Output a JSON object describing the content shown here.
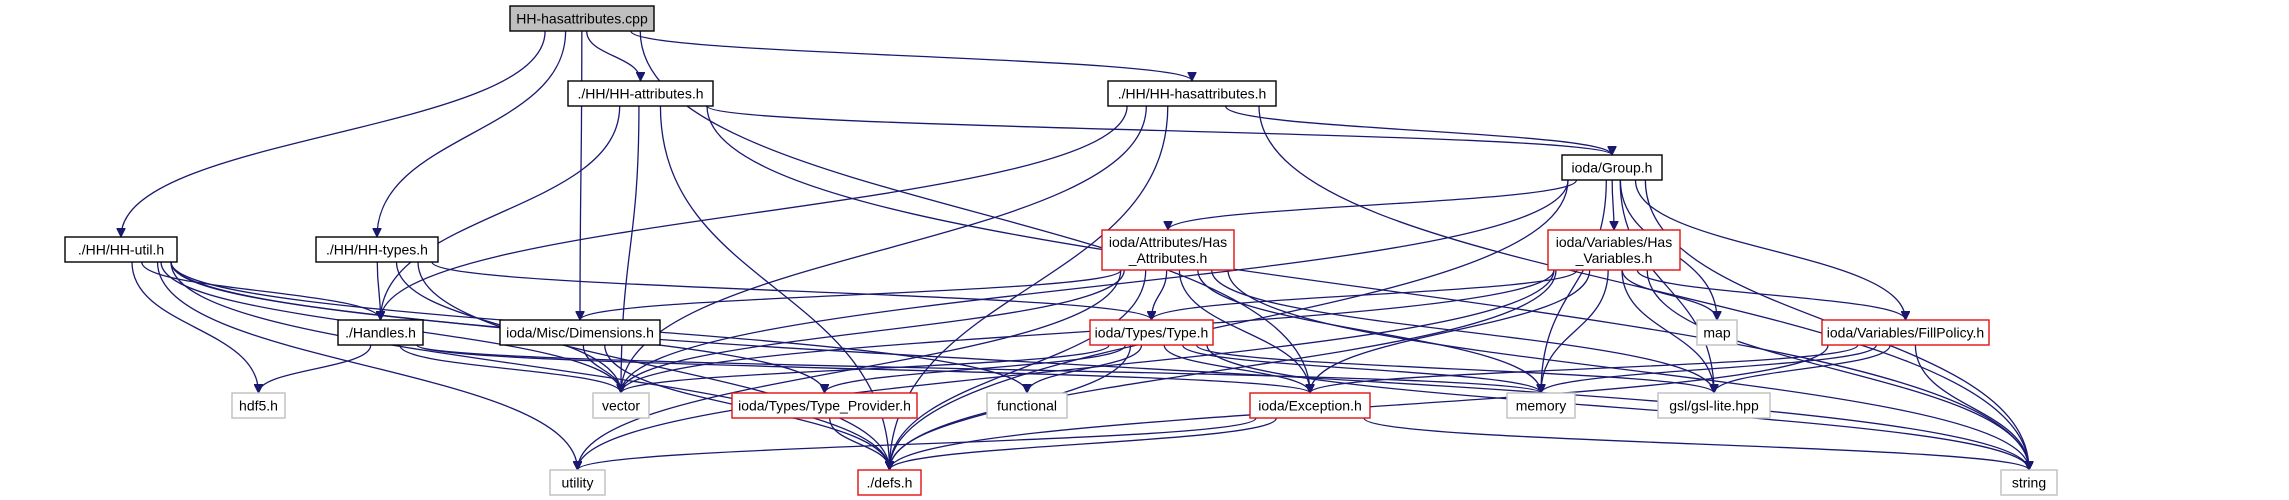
{
  "colors": {
    "edge": "#191970",
    "border_black": "#000000",
    "border_red": "#e01010",
    "border_gray": "#bfbfbf",
    "root_fill": "#bfbfbf",
    "fill": "#ffffff"
  },
  "nodes": {
    "root": {
      "lines": [
        "HH-hasattributes.cpp"
      ],
      "style": "root"
    },
    "hh_attributes": {
      "lines": [
        "./HH/HH-attributes.h"
      ],
      "style": "black"
    },
    "hh_hasattributes": {
      "lines": [
        "./HH/HH-hasattributes.h"
      ],
      "style": "black"
    },
    "group": {
      "lines": [
        "ioda/Group.h"
      ],
      "style": "black"
    },
    "hh_util": {
      "lines": [
        "./HH/HH-util.h"
      ],
      "style": "black"
    },
    "hh_types": {
      "lines": [
        "./HH/HH-types.h"
      ],
      "style": "black"
    },
    "attributes_has": {
      "lines": [
        "ioda/Attributes/Has",
        "_Attributes.h"
      ],
      "style": "red"
    },
    "variables_has": {
      "lines": [
        "ioda/Variables/Has",
        "_Variables.h"
      ],
      "style": "red"
    },
    "handles": {
      "lines": [
        "./Handles.h"
      ],
      "style": "black"
    },
    "misc_dimensions": {
      "lines": [
        "ioda/Misc/Dimensions.h"
      ],
      "style": "black"
    },
    "types_type": {
      "lines": [
        "ioda/Types/Type.h"
      ],
      "style": "red"
    },
    "map": {
      "lines": [
        "map"
      ],
      "style": "gray"
    },
    "fill_policy": {
      "lines": [
        "ioda/Variables/FillPolicy.h"
      ],
      "style": "red"
    },
    "hdf5": {
      "lines": [
        "hdf5.h"
      ],
      "style": "gray"
    },
    "vector": {
      "lines": [
        "vector"
      ],
      "style": "gray"
    },
    "type_provider": {
      "lines": [
        "ioda/Types/Type_Provider.h"
      ],
      "style": "red"
    },
    "functional": {
      "lines": [
        "functional"
      ],
      "style": "gray"
    },
    "exception": {
      "lines": [
        "ioda/Exception.h"
      ],
      "style": "red"
    },
    "memory": {
      "lines": [
        "memory"
      ],
      "style": "gray"
    },
    "gsl": {
      "lines": [
        "gsl/gsl-lite.hpp"
      ],
      "style": "gray"
    },
    "utility": {
      "lines": [
        "utility"
      ],
      "style": "gray"
    },
    "defs": {
      "lines": [
        "./defs.h"
      ],
      "style": "red"
    },
    "string": {
      "lines": [
        "string"
      ],
      "style": "gray"
    }
  },
  "edges": [
    [
      "root",
      "hh_attributes"
    ],
    [
      "root",
      "hh_hasattributes"
    ],
    [
      "root",
      "hh_util"
    ],
    [
      "root",
      "hh_types"
    ],
    [
      "root",
      "misc_dimensions"
    ],
    [
      "root",
      "exception"
    ],
    [
      "hh_attributes",
      "group"
    ],
    [
      "hh_attributes",
      "handles"
    ],
    [
      "hh_attributes",
      "vector"
    ],
    [
      "hh_attributes",
      "defs"
    ],
    [
      "hh_attributes",
      "string"
    ],
    [
      "hh_hasattributes",
      "group"
    ],
    [
      "hh_hasattributes",
      "handles"
    ],
    [
      "hh_hasattributes",
      "vector"
    ],
    [
      "hh_hasattributes",
      "defs"
    ],
    [
      "hh_hasattributes",
      "string"
    ],
    [
      "group",
      "attributes_has"
    ],
    [
      "group",
      "variables_has"
    ],
    [
      "group",
      "fill_policy"
    ],
    [
      "group",
      "map"
    ],
    [
      "group",
      "vector"
    ],
    [
      "group",
      "memory"
    ],
    [
      "group",
      "gsl"
    ],
    [
      "group",
      "string"
    ],
    [
      "group",
      "defs"
    ],
    [
      "hh_util",
      "handles"
    ],
    [
      "hh_util",
      "hdf5"
    ],
    [
      "hh_util",
      "vector"
    ],
    [
      "hh_util",
      "utility"
    ],
    [
      "hh_util",
      "defs"
    ],
    [
      "hh_util",
      "string"
    ],
    [
      "hh_util",
      "functional"
    ],
    [
      "hh_util",
      "type_provider"
    ],
    [
      "hh_types",
      "handles"
    ],
    [
      "hh_types",
      "types_type"
    ],
    [
      "hh_types",
      "defs"
    ],
    [
      "hh_types",
      "vector"
    ],
    [
      "attributes_has",
      "misc_dimensions"
    ],
    [
      "attributes_has",
      "types_type"
    ],
    [
      "attributes_has",
      "exception"
    ],
    [
      "attributes_has",
      "vector"
    ],
    [
      "attributes_has",
      "utility"
    ],
    [
      "attributes_has",
      "memory"
    ],
    [
      "attributes_has",
      "gsl"
    ],
    [
      "attributes_has",
      "string"
    ],
    [
      "attributes_has",
      "defs"
    ],
    [
      "variables_has",
      "types_type"
    ],
    [
      "variables_has",
      "exception"
    ],
    [
      "variables_has",
      "vector"
    ],
    [
      "variables_has",
      "map"
    ],
    [
      "variables_has",
      "memory"
    ],
    [
      "variables_has",
      "gsl"
    ],
    [
      "variables_has",
      "fill_policy"
    ],
    [
      "variables_has",
      "string"
    ],
    [
      "variables_has",
      "utility"
    ],
    [
      "variables_has",
      "defs"
    ],
    [
      "handles",
      "hdf5"
    ],
    [
      "handles",
      "vector"
    ],
    [
      "handles",
      "memory"
    ],
    [
      "handles",
      "exception"
    ],
    [
      "misc_dimensions",
      "vector"
    ],
    [
      "misc_dimensions",
      "defs"
    ],
    [
      "types_type",
      "type_provider"
    ],
    [
      "types_type",
      "exception"
    ],
    [
      "types_type",
      "vector"
    ],
    [
      "types_type",
      "functional"
    ],
    [
      "types_type",
      "memory"
    ],
    [
      "types_type",
      "gsl"
    ],
    [
      "types_type",
      "string"
    ],
    [
      "types_type",
      "defs"
    ],
    [
      "fill_policy",
      "exception"
    ],
    [
      "fill_policy",
      "memory"
    ],
    [
      "fill_policy",
      "gsl"
    ],
    [
      "fill_policy",
      "string"
    ],
    [
      "fill_policy",
      "defs"
    ],
    [
      "type_provider",
      "defs"
    ],
    [
      "exception",
      "defs"
    ],
    [
      "exception",
      "string"
    ],
    [
      "exception",
      "utility"
    ]
  ]
}
